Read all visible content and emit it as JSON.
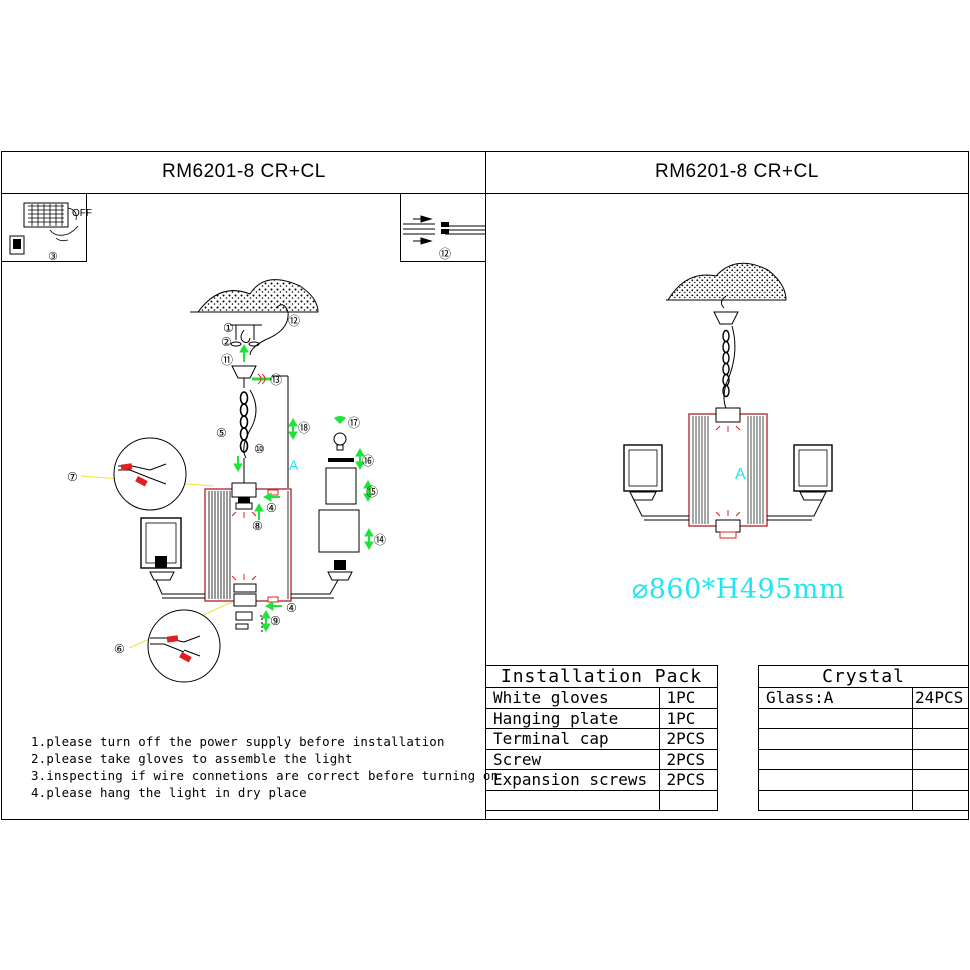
{
  "left_panel": {
    "title": "RM6201-8 CR+CL",
    "step3_label": "③",
    "switch_off_label": "OFF",
    "wire_connector_label": "⑫",
    "part_labels": {
      "p1": "①",
      "p2": "②",
      "p4a": "④",
      "p4b": "④",
      "p5": "⑤",
      "p6": "⑥",
      "p7": "⑦",
      "p8": "⑧",
      "p9": "⑨",
      "p10": "⑩",
      "p11": "⑪",
      "p12": "⑫",
      "p13": "⑬",
      "p14": "⑭",
      "p15": "⑮",
      "p16": "⑯",
      "p17": "⑰",
      "p18": "⑱",
      "glass_a": "A"
    },
    "notes": [
      "1.please turn off the power supply before installation",
      "2.please take gloves to assemble the light",
      "3.inspecting if wire connetions are correct before turning on",
      "4.please hang the light in dry place"
    ]
  },
  "right_panel": {
    "title": "RM6201-8 CR+CL",
    "glass_a": "A",
    "dimension": "⌀860*H495mm"
  },
  "installation_pack": {
    "header": "Installation Pack",
    "rows": [
      {
        "item": "White gloves",
        "qty": "1PC"
      },
      {
        "item": "Hanging plate",
        "qty": "1PC"
      },
      {
        "item": "Terminal cap",
        "qty": "2PCS"
      },
      {
        "item": "Screw",
        "qty": "2PCS"
      },
      {
        "item": "Expansion screws",
        "qty": "2PCS"
      },
      {
        "item": "",
        "qty": ""
      }
    ]
  },
  "crystal": {
    "header": "Crystal",
    "rows": [
      {
        "item": "Glass:A",
        "qty": "24PCS"
      },
      {
        "item": "",
        "qty": ""
      },
      {
        "item": "",
        "qty": ""
      },
      {
        "item": "",
        "qty": ""
      },
      {
        "item": "",
        "qty": ""
      },
      {
        "item": "",
        "qty": ""
      }
    ]
  },
  "colors": {
    "green_arrow": "#1fe33a",
    "red_mark": "#e02020",
    "cyan_text": "#21e5ef",
    "yellow_lead": "#f2e234",
    "frame_red": "#b0303a"
  }
}
